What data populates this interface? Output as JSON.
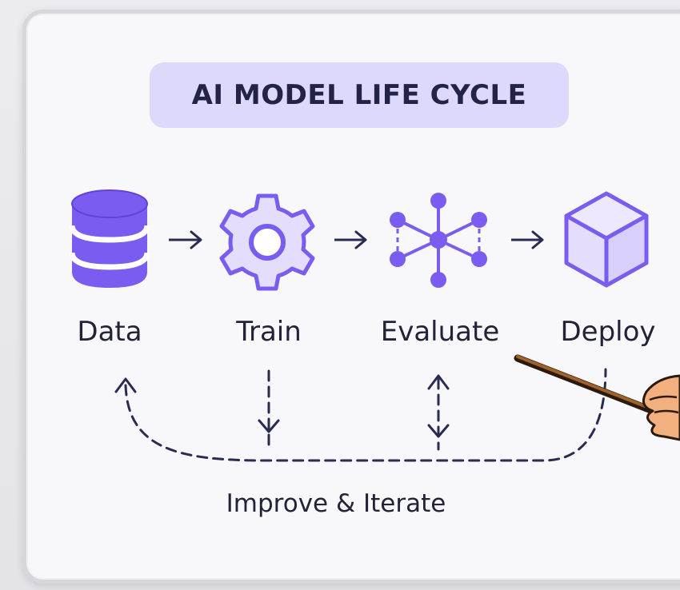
{
  "title": "AI MODEL LIFE CYCLE",
  "stages": [
    {
      "label": "Data",
      "icon": "database-icon"
    },
    {
      "label": "Train",
      "icon": "gear-icon"
    },
    {
      "label": "Evaluate",
      "icon": "network-icon"
    },
    {
      "label": "Deploy",
      "icon": "cube-icon"
    }
  ],
  "feedback_label": "Improve & Iterate",
  "colors": {
    "accent": "#7b5cf0",
    "accent_light": "#e4ddfb",
    "title_bg": "#ddd9fb",
    "ink": "#222338",
    "line": "#2a2b52"
  }
}
